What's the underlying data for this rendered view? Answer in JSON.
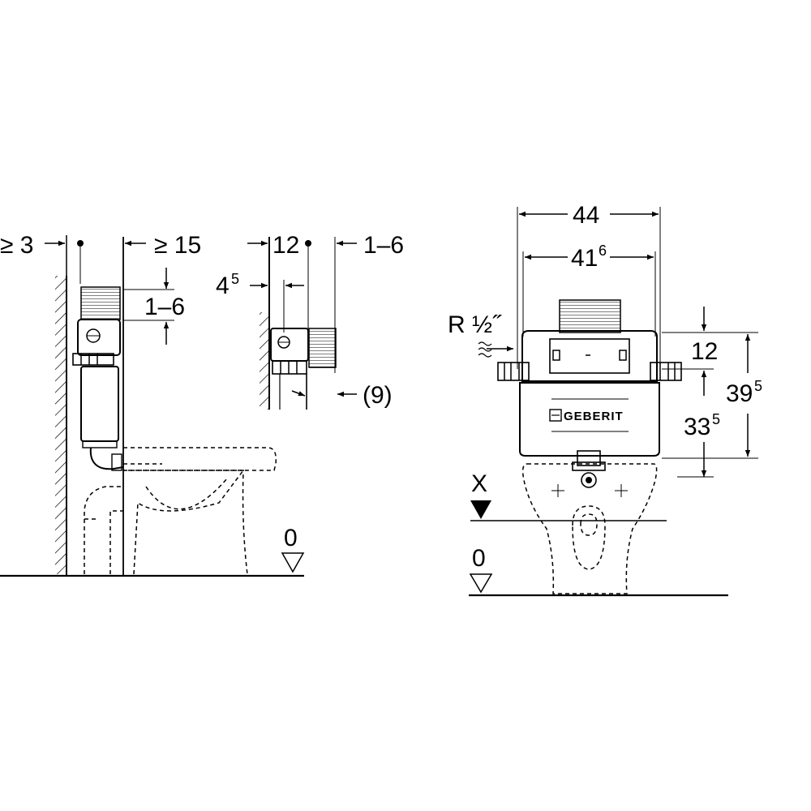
{
  "side_view": {
    "wall_gap": "≥ 3",
    "front_gap": "≥ 15",
    "height_range": "1–6",
    "floor_label": "0"
  },
  "detail_view": {
    "depth": "12",
    "offset_main": "4",
    "offset_sup": "5",
    "thickness_range": "1–6",
    "cover": "(9)"
  },
  "front_view": {
    "outer_width": "44",
    "inner_width_main": "41",
    "inner_width_sup": "6",
    "connection_label": "R ½˝",
    "top_offset": "12",
    "total_height_main": "39",
    "total_height_sup": "5",
    "outlet_height_main": "33",
    "outlet_height_sup": "5",
    "x_marker": "X",
    "floor_label": "0",
    "brand": "GEBERIT"
  }
}
